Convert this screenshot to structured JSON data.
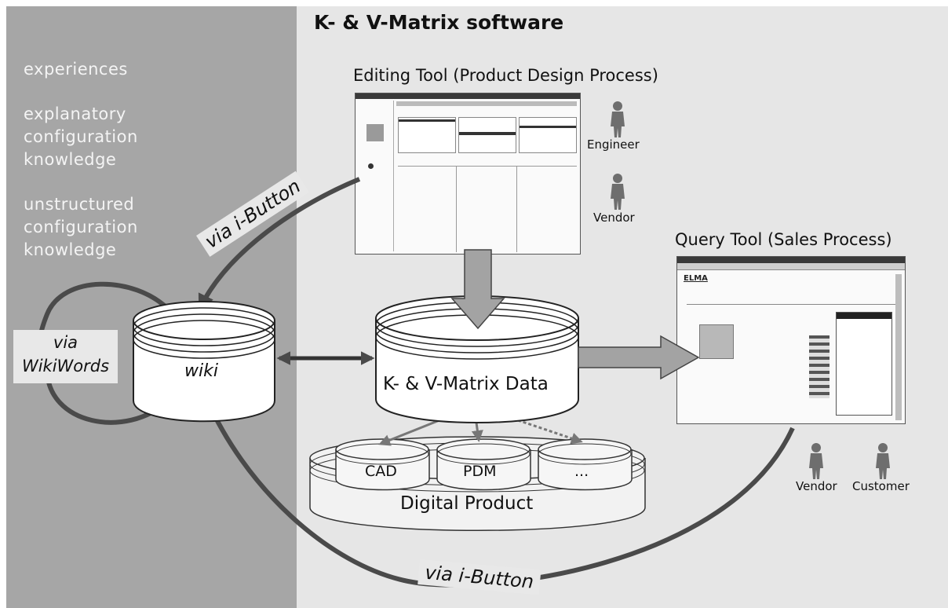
{
  "title": "K- & V-Matrix software",
  "left_panel": {
    "lines": [
      "experiences",
      "explanatory",
      "configuration",
      "knowledge",
      "unstructured",
      "configuration",
      "knowledge"
    ]
  },
  "editing_tool": {
    "title": "Editing Tool  (Product Design Process)",
    "roles": [
      "Engineer",
      "Vendor"
    ]
  },
  "query_tool": {
    "title": "Query Tool (Sales Process)",
    "logo": "ELMA",
    "roles": [
      "Vendor",
      "Customer"
    ]
  },
  "wiki": {
    "label": "wiki"
  },
  "matrix_data": {
    "label": "K- & V-Matrix Data"
  },
  "digital_product": {
    "label": "Digital Product",
    "subsystems": [
      "CAD",
      "PDM",
      "..."
    ]
  },
  "arrows": {
    "via_wikiwords_1": "via",
    "via_wikiwords_2": "WikiWords",
    "via_ibutton_top": "via i-Button",
    "via_ibutton_bottom": "via i-Button"
  },
  "colors": {
    "left_panel": "#a6a6a6",
    "right_panel": "#e6e6e6",
    "arrow": "#5a5a5a",
    "person": "#6e6e6e"
  }
}
